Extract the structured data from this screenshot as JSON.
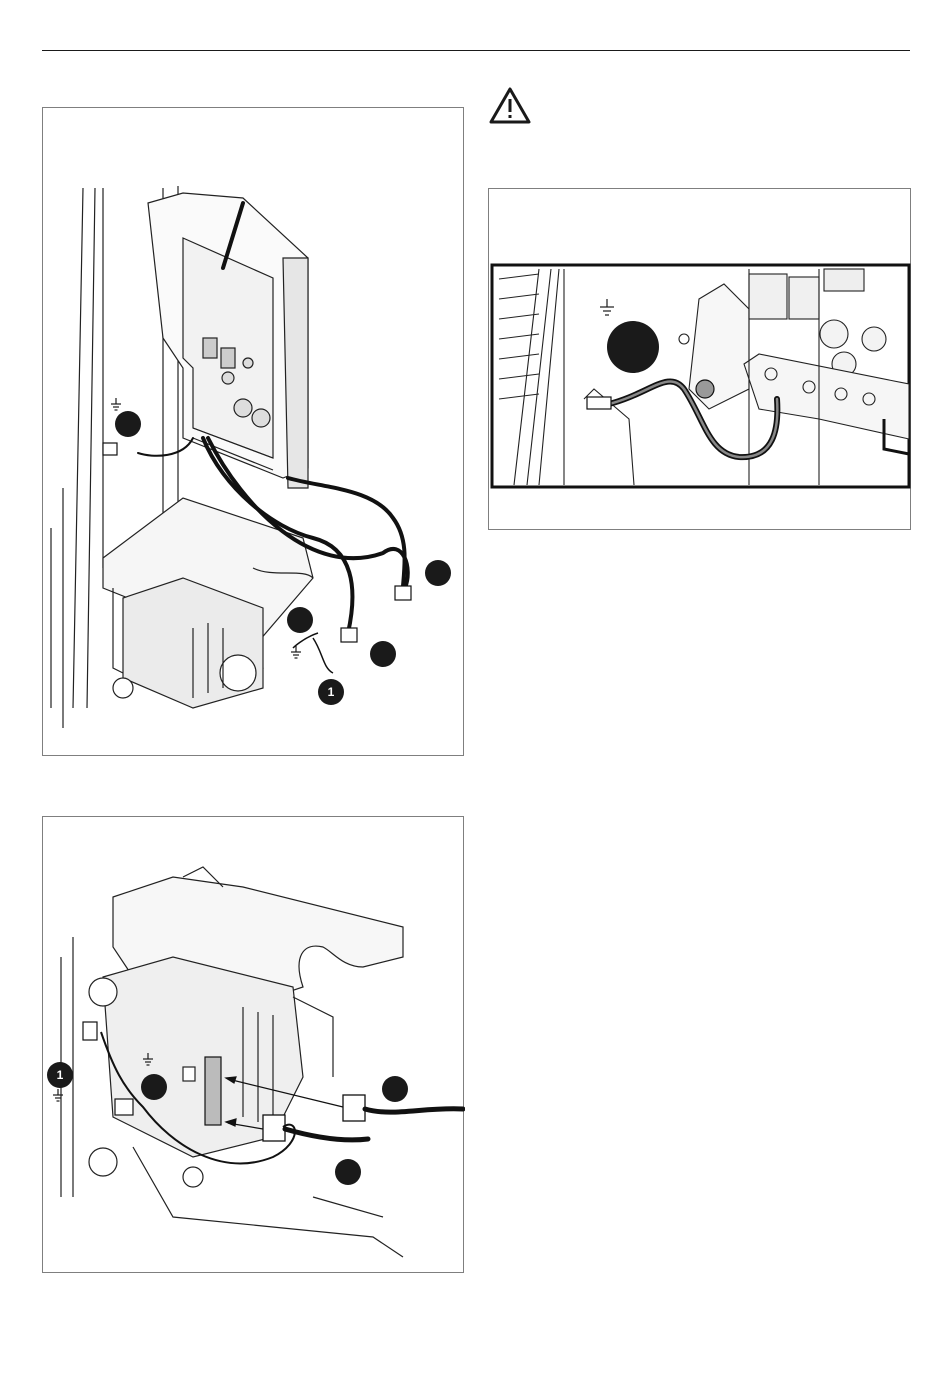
{
  "page": {
    "warning_icon": "warning-triangle-icon",
    "figures": [
      {
        "id": "fig1",
        "description_icons": [
          "ground-symbol-icon"
        ],
        "callouts": [
          "",
          "",
          "",
          "",
          "1"
        ]
      },
      {
        "id": "fig2",
        "description_icons": [
          "ground-symbol-icon"
        ],
        "callouts": [
          "1",
          "",
          "",
          ""
        ]
      },
      {
        "id": "fig3",
        "description_icons": [
          "ground-symbol-icon"
        ],
        "callouts": [
          ""
        ]
      }
    ]
  }
}
